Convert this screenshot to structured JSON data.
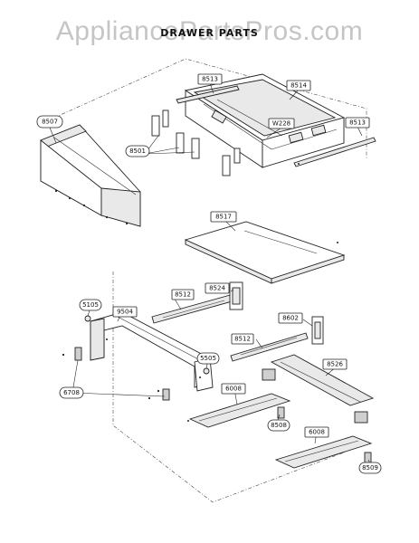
{
  "watermark": "AppliancePartsPros.com",
  "title": "DRAWER PARTS",
  "callouts": {
    "c8513a": "8513",
    "c8514": "8514",
    "c8507": "8507",
    "cW228": "W228",
    "c8513b": "8513",
    "c8501": "8501",
    "c8517": "8517",
    "c5105": "5105",
    "c9504": "9504",
    "c8512a": "8512",
    "c8524": "8524",
    "c8602": "8602",
    "c8512b": "8512",
    "c5505": "5505",
    "c8526": "8526",
    "c6708": "6708",
    "c6008a": "6008",
    "c8508a": "8508",
    "c6008b": "6008",
    "c8509": "8509"
  }
}
